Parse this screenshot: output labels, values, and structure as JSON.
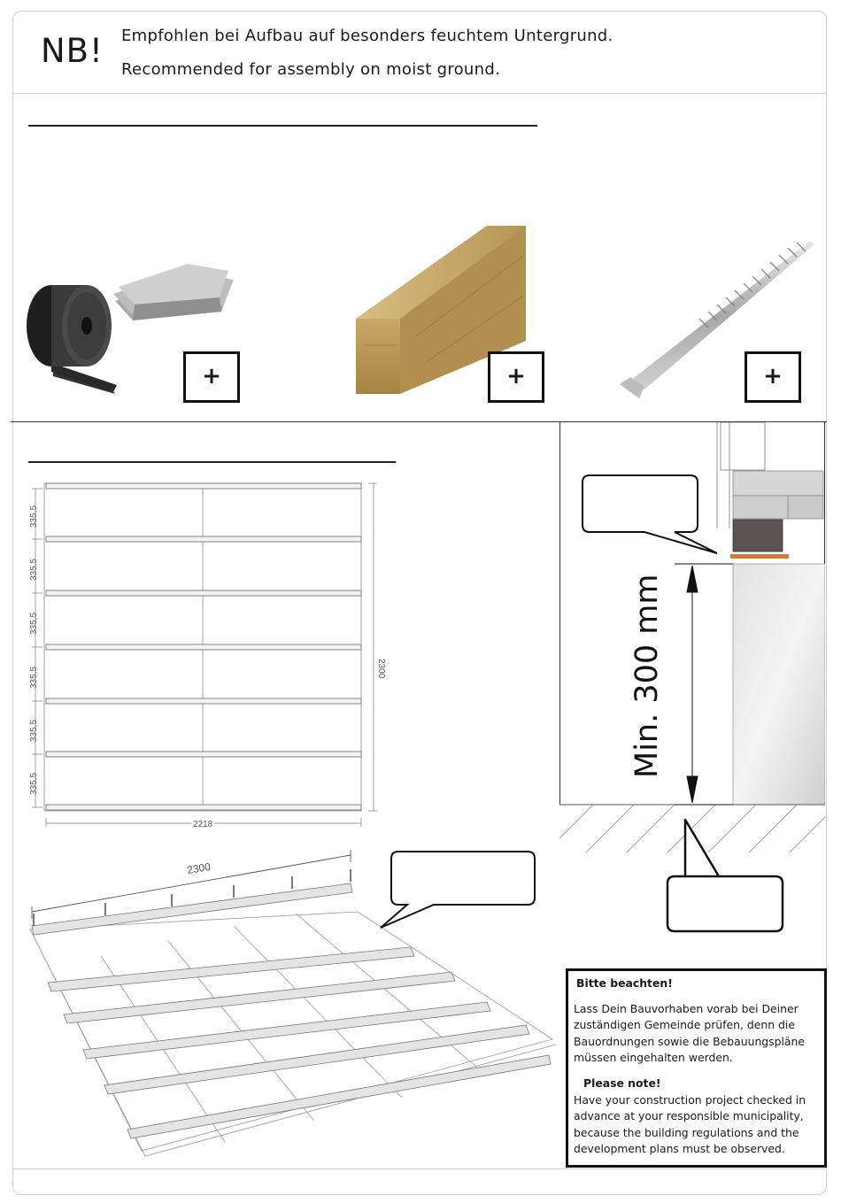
{
  "header": {
    "nb_label": "NB!",
    "line_de": "Empfohlen bei Aufbau auf besonders feuchtem Untergrund.",
    "line_en": "Recommended for assembly on moist ground."
  },
  "materials": {
    "items": [
      {
        "name": "rubber-pads",
        "plus_label": "+"
      },
      {
        "name": "timber-beam",
        "plus_label": "+"
      },
      {
        "name": "screw",
        "plus_label": "+"
      }
    ]
  },
  "plan": {
    "spacing_labels": [
      "335,5",
      "335,5",
      "335,5",
      "335,5",
      "335,5",
      "335,5"
    ],
    "height_label": "2300",
    "width_label": "2218"
  },
  "iso": {
    "length_label": "2300"
  },
  "detail": {
    "min_height_label": "Min. 300 mm"
  },
  "notice": {
    "de_heading": "Bitte beachten!",
    "de_lines": [
      "Lass Dein Bauvorhaben vorab bei Deiner",
      "zuständigen Gemeinde prüfen, denn die",
      "Bauordnungen sowie die Bebauungspläne",
      "müssen eingehalten werden."
    ],
    "en_heading": "Please note!",
    "en_lines": [
      "Have your construction project checked in",
      "advance at your responsible municipality,",
      "because the building regulations and the",
      "development plans must be observed."
    ]
  },
  "colors": {
    "border": "#cfcfcf",
    "wood_light": "#c9a970",
    "wood_dark": "#8a6a3a",
    "rubber": "#2c2c2c",
    "felt": "#9a9a9a",
    "foundation": "#8e8e8e",
    "accent_orange": "#d9783b"
  }
}
